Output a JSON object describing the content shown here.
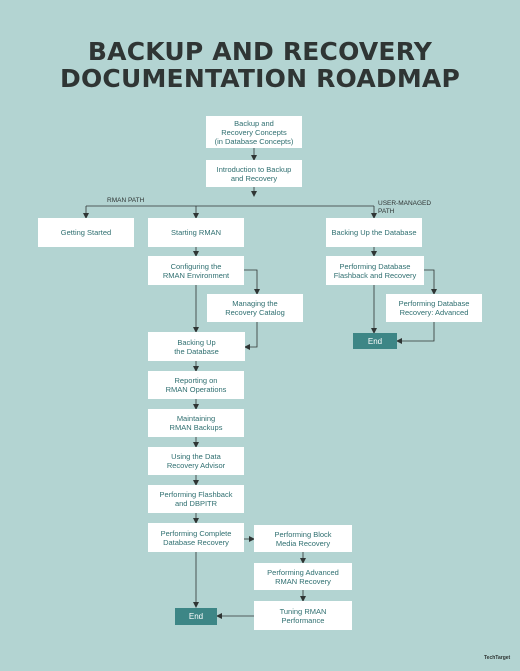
{
  "title_line1": "BACKUP AND RECOVERY",
  "title_line2": "DOCUMENTATION ROADMAP",
  "labels": {
    "rman_path": "RMAN PATH",
    "user_path": "USER-MANAGED\nPATH"
  },
  "boxes": {
    "concepts": "Backup and\nRecovery Concepts\n(in Database Concepts)",
    "intro": "Introduction to Backup\nand Recovery",
    "getting_started": "Getting Started",
    "starting_rman": "Starting RMAN",
    "backing_up_db_user": "Backing Up the Database",
    "configuring": "Configuring the\nRMAN Environment",
    "flashback_user": "Performing Database\nFlashback and Recovery",
    "catalog": "Managing the\nRecovery Catalog",
    "user_advanced": "Performing Database\nRecovery: Advanced",
    "backing_up_rman": "Backing Up\nthe Database",
    "reporting": "Reporting on\nRMAN Operations",
    "maintaining": "Maintaining\nRMAN Backups",
    "advisor": "Using the Data\nRecovery Advisor",
    "flashback_dbpitr": "Performing Flashback\nand DBPITR",
    "complete": "Performing Complete\nDatabase Recovery",
    "block_media": "Performing Block\nMedia Recovery",
    "advanced_rman": "Performing Advanced\nRMAN Recovery",
    "tuning": "Tuning RMAN\nPerformance"
  },
  "end_user": "End",
  "end_rman": "End",
  "logo": "TechTarget",
  "colors": {
    "background": "#b3d4d2",
    "box_fill": "#ffffff",
    "box_text": "#2f6f70",
    "end_fill": "#3d8686",
    "line": "#2f3534"
  }
}
